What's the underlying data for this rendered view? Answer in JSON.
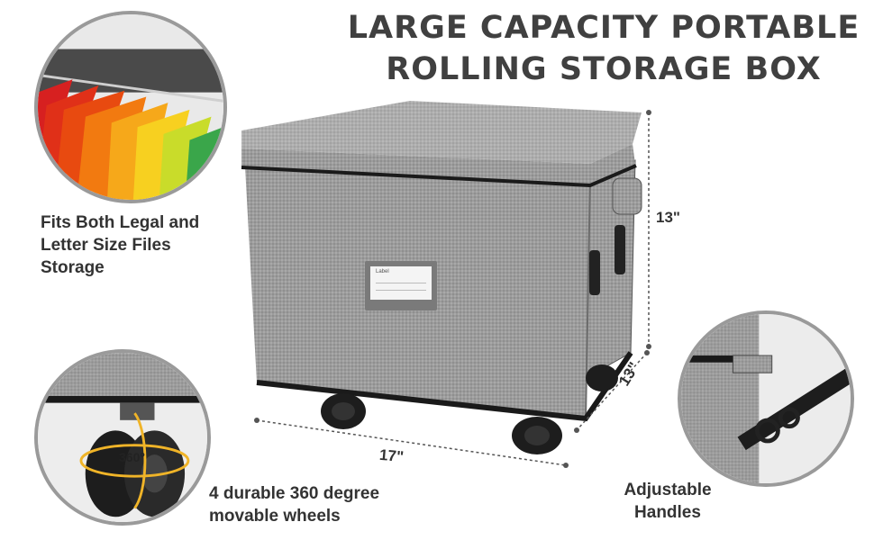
{
  "title": {
    "line1": "LARGE CAPACITY PORTABLE",
    "line2": "ROLLING STORAGE BOX"
  },
  "callouts": {
    "files": [
      "Fits Both Legal and",
      "Letter Size Files",
      "Storage"
    ],
    "wheels": [
      "4 durable 360 degree",
      "movable wheels"
    ],
    "handles": [
      "Adjustable",
      "Handles"
    ]
  },
  "dimensions": {
    "height": "13\"",
    "depth": "13\"",
    "width": "17\""
  },
  "box_label": "Label",
  "wheel_rotation": "360°",
  "colors": {
    "fabric": "#9c9c9c",
    "trim": "#1a1a1a",
    "accent_wheel": "#f0b428",
    "folders": [
      "#d72020",
      "#e84a10",
      "#f27a10",
      "#f6a81a",
      "#f7d020",
      "#c9dc2a",
      "#3aa64a"
    ]
  }
}
